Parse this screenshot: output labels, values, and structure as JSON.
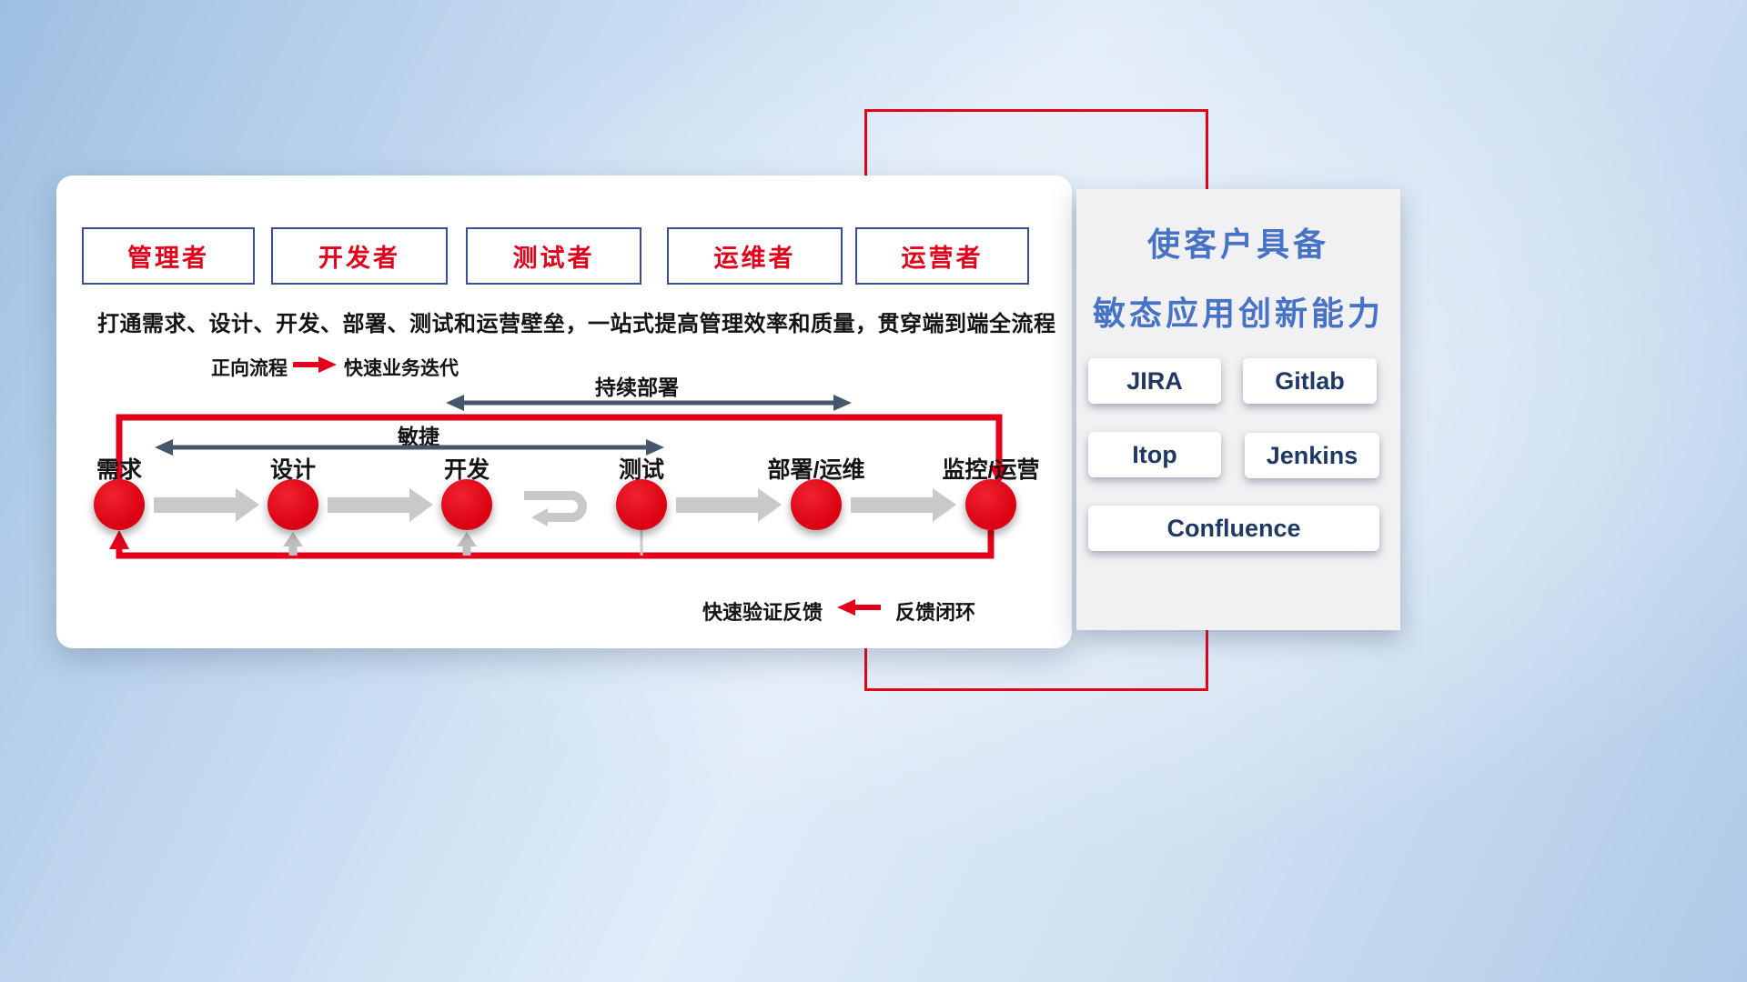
{
  "main_panel": {
    "roles": [
      "管理者",
      "开发者",
      "测试者",
      "运维者",
      "运营者"
    ],
    "description": "打通需求、设计、开发、部署、测试和运营壁垒，一站式提高管理效率和质量，贯穿端到端全流程",
    "forward_legend": {
      "label": "正向流程",
      "caption": "快速业务迭代"
    },
    "span_arrows": {
      "continuous_deploy": "持续部署",
      "agile": "敏捷"
    },
    "stages": [
      "需求",
      "设计",
      "开发",
      "测试",
      "部署/运维",
      "监控/运营"
    ],
    "feedback_legend": {
      "caption": "快速验证反馈",
      "label": "反馈闭环"
    }
  },
  "side_panel": {
    "title_line1": "使客户具备",
    "title_line2": "敏态应用创新能力",
    "tools": [
      "JIRA",
      "Gitlab",
      "Itop",
      "Jenkins",
      "Confluence"
    ]
  },
  "colors": {
    "accent_red": "#e2001a",
    "role_box_border_blue": "#3b4f96",
    "side_title_blue": "#4673c5",
    "tool_text_navy": "#203864",
    "flow_arrow_gray": "#c9c9c9",
    "span_arrow_slate": "#45586b"
  }
}
